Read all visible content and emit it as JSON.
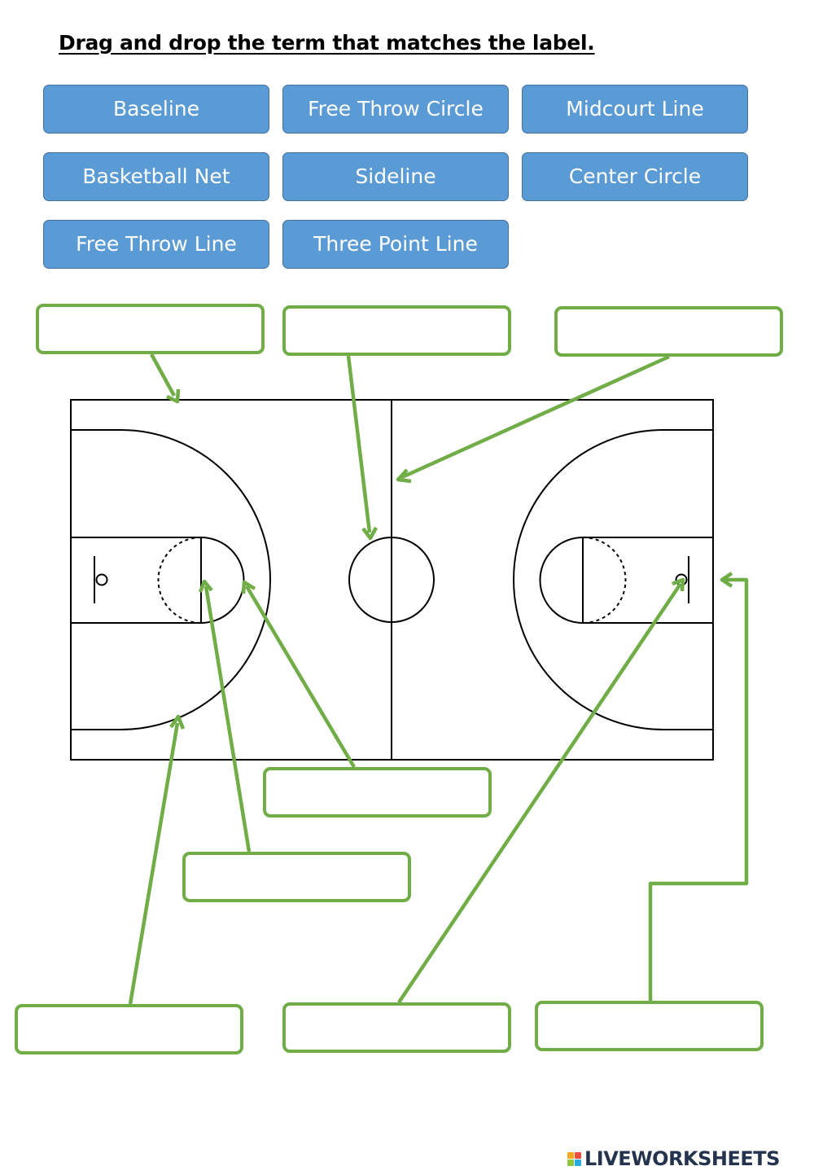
{
  "instruction": "Drag and drop the term that matches the label.",
  "terms": [
    "Baseline",
    "Free Throw Circle",
    "Midcourt Line",
    "Basketball Net",
    "Sideline",
    "Center Circle",
    "Free Throw Line",
    "Three Point Line"
  ],
  "drop_targets": [
    {
      "value": ""
    },
    {
      "value": ""
    },
    {
      "value": ""
    },
    {
      "value": ""
    },
    {
      "value": ""
    },
    {
      "value": ""
    },
    {
      "value": ""
    },
    {
      "value": ""
    }
  ],
  "colors": {
    "term_fill": "#5b9bd5",
    "term_border": "#41719c",
    "term_text": "#ffffff",
    "drop_border": "#70ad47",
    "arrow": "#70ad47",
    "court_line": "#000000",
    "brand_text": "#25344e"
  },
  "brand": {
    "name": "LIVEWORKSHEETS",
    "logo_letters": "LIVE",
    "icon": "liveworksheets-logo-icon"
  }
}
